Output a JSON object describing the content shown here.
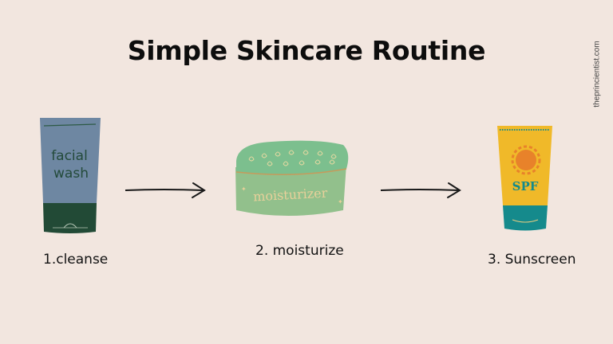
{
  "title": "Simple Skincare Routine",
  "watermark": "theprincientist.com",
  "steps": [
    {
      "label": "1.cleanse",
      "product": "facial wash",
      "product_text_line1": "facial",
      "product_text_line2": "wash",
      "icon": "cleanser-tube-icon"
    },
    {
      "label": "2. moisturize",
      "product": "moisturizer",
      "product_text": "moisturizer",
      "icon": "moisturizer-jar-icon"
    },
    {
      "label": "3. Sunscreen",
      "product": "sunscreen",
      "product_text": "SPF",
      "icon": "sunscreen-tube-icon"
    }
  ],
  "colors": {
    "background": "#f2e6df",
    "cleanser_body": "#6e87a2",
    "cleanser_cap": "#224a36",
    "jar_lid": "#7cbf8e",
    "jar_body": "#92c08c",
    "jar_text": "#e8d09a",
    "sunscreen_body": "#f0b929",
    "sunscreen_cap": "#158a8c",
    "sun": "#e8822a"
  }
}
